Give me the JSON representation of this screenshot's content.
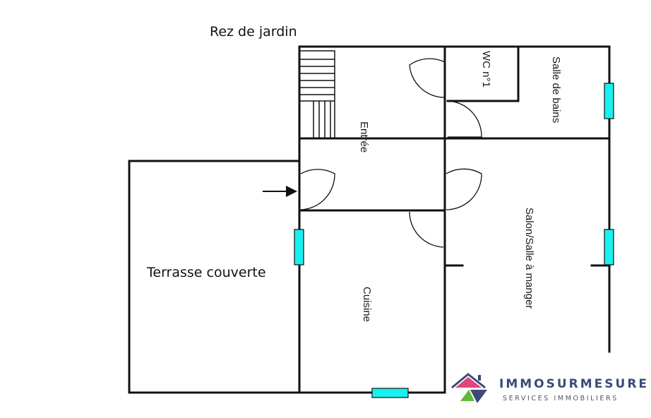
{
  "plan": {
    "title": "Rez de jardin"
  },
  "rooms": {
    "terrasse": "Terrasse couverte",
    "entree": "Entrée",
    "wc": "WC n°1",
    "salle_de_bains": "Salle de bains",
    "cuisine": "Cuisine",
    "salon": "Salon/Salle à manger"
  },
  "logo": {
    "name": "IMMOSURMESURE",
    "tagline": "SERVICES IMMOBILIERS",
    "colors": {
      "blue": "#3a4a7a",
      "pink": "#e0457b",
      "green": "#5fb83a"
    }
  },
  "colors": {
    "wall": "#111111",
    "window": "#19f0f0"
  }
}
